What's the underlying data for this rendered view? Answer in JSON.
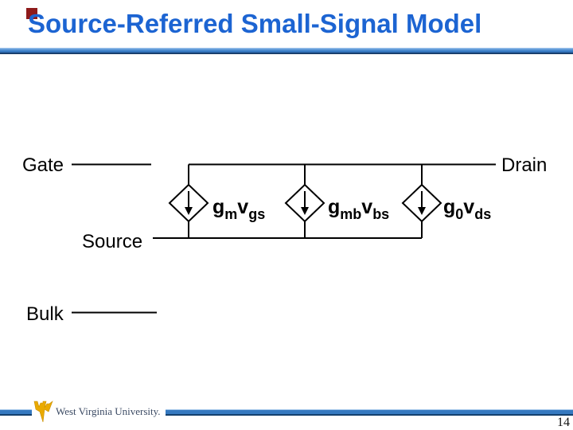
{
  "slide": {
    "title": "Source-Referred Small-Signal Model",
    "page_number": "14",
    "footer_text": "West Virginia University."
  },
  "colors": {
    "title_blue": "#1c64d2",
    "accent_red": "#8e1a1a",
    "bar_blue": "#3579c0",
    "logo_gold": "#eaaa00",
    "line_ink": "#000000"
  },
  "diagram": {
    "terminals": {
      "gate": "Gate",
      "drain": "Drain",
      "source": "Source",
      "bulk": "Bulk"
    },
    "sources": [
      {
        "g": "g",
        "g_sub": "m",
        "v": "v",
        "v_sub": "gs"
      },
      {
        "g": "g",
        "g_sub": "mb",
        "v": "v",
        "v_sub": "bs"
      },
      {
        "g": "g",
        "g_sub": "0",
        "v": "v",
        "v_sub": "ds"
      }
    ]
  }
}
